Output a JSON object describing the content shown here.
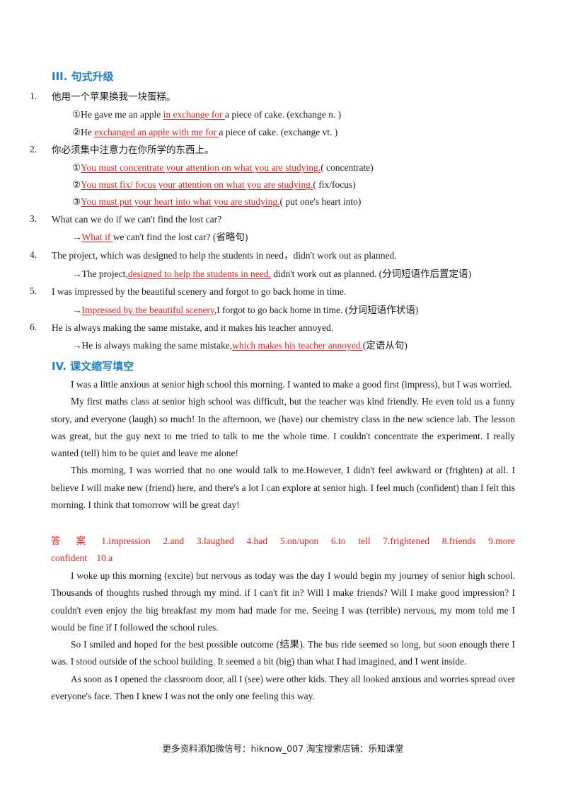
{
  "section3": {
    "heading": "III. 句式升级",
    "items": [
      {
        "num": "1.",
        "prompt": "他用一个苹果换我一块蛋糕。",
        "subs": [
          {
            "pre": "①He gave me an apple ",
            "ans": " in exchange for ",
            "post": "a piece of cake. (exchange n. )"
          },
          {
            "pre": "②He ",
            "ans": " exchanged an apple with me for ",
            "post": "a piece of cake. (exchange vt. )"
          }
        ]
      },
      {
        "num": "2.",
        "prompt": "你必须集中注意力在你所学的东西上。",
        "subs": [
          {
            "pre": "①",
            "ans": "You  must concentrate your attention on what you are studying.",
            "post": "( concentrate)"
          },
          {
            "pre": "②",
            "ans": "You must fix/ focus your attention on what you are studying.",
            "post": "( fix/focus)"
          },
          {
            "pre": "③",
            "ans": "You must put your heart into what you are studying.",
            "post": "( put one's heart into)"
          }
        ]
      },
      {
        "num": "3.",
        "prompt": "What can we do if we can't find the lost car?",
        "subs": [
          {
            "pre": "→",
            "ans": "What if ",
            "post": "we can't find the lost car? (省略句)"
          }
        ]
      },
      {
        "num": "4.",
        "prompt": "The project, which was designed to help the students in need，didn't work out as planned.",
        "subs": [
          {
            "pre": "→The project,",
            "ans": "designed to help the students in need,",
            "post": " didn't work out as planned. (分词短语作后置定语)"
          }
        ]
      },
      {
        "num": "5.",
        "prompt": "I was impressed by the beautiful scenery and forgot to go back home in time.",
        "subs": [
          {
            "pre": "→",
            "ans": "Impressed by the  beautiful scenery",
            "post": ",I forgot to go back home in time. (分词短语作状语)"
          }
        ]
      },
      {
        "num": "6.",
        "prompt": "He is always making the same mistake, and it makes his teacher annoyed.",
        "subs": [
          {
            "pre": "→He is always making the same mistake,",
            "ans": "which makes his teacher annoyed.",
            "post": "(定语从句)"
          }
        ]
      }
    ]
  },
  "section4": {
    "heading": "IV. 课文缩写填空",
    "passage1": [
      "I was a little anxious at senior high school this morning. I wanted to make a good first    (impress), but I was worried.",
      "My first maths class at senior high school was difficult, but the teacher was kind    friendly. He even told us a funny story, and everyone    (laugh) so much! In the afternoon, we    (have) our chemistry class in the new science lab. The lesson was great, but the guy next to me tried to talk to me the whole time. I couldn't concentrate    the experiment. I really wanted    (tell) him to be quiet and leave me alone!",
      "This morning, I was worried that no one would talk to me.However, I didn't feel awkward or    (frighten) at all. I believe I will make new    (friend) here, and there's a lot I can explore at senior high. I feel much    (confident) than I felt this morning. I think that tomorrow will be    great day!"
    ],
    "answers": "答 案  1.impression  2.and  3.laughed  4.had  5.on/upon  6.to tell  7.frightened  8.friends  9.more confident  10.a",
    "passage2": [
      "I woke up this morning    (excite) but nervous as today was the day I would begin my journey of senior high school. Thousands of thoughts rushed through my mind.    if I can't fit in? Will I make friends? Will I make    good impression? I couldn't even enjoy the big breakfast my mom had made for me. Seeing I was    (terrible) nervous, my mom told me I would be fine if I followed the school rules.",
      "So I smiled and hoped for the best possible outcome (结果). The bus ride seemed so long, but soon enough there I was. I stood outside of the school building. It seemed a bit  (big) than what I had imagined, and I went inside.",
      "As soon as I opened the classroom door, all I    (see) were other kids. They all looked anxious and worries spread over everyone's face. Then I knew I was not the only one feeling this way."
    ]
  },
  "footer": "更多资料添加微信号：hiknow_007   淘宝搜索店铺：乐知课堂"
}
